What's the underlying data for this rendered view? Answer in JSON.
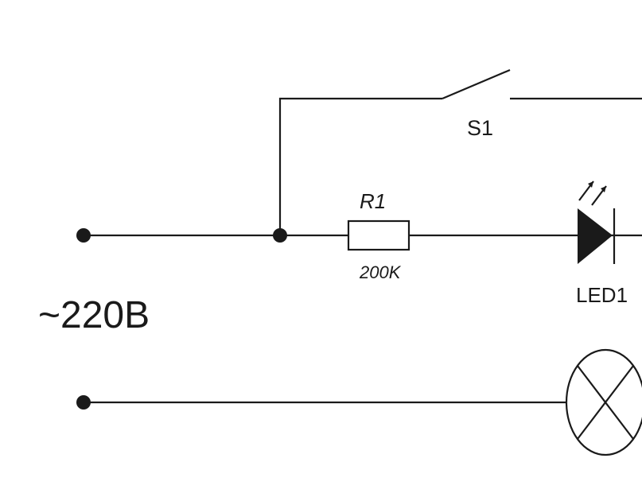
{
  "labels": {
    "switch": "S1",
    "resistor": "R1",
    "resistor_value": "200K",
    "led": "LED1",
    "supply": "~220B"
  },
  "colors": {
    "ink": "#1a1a1a",
    "background": "#ffffff"
  }
}
